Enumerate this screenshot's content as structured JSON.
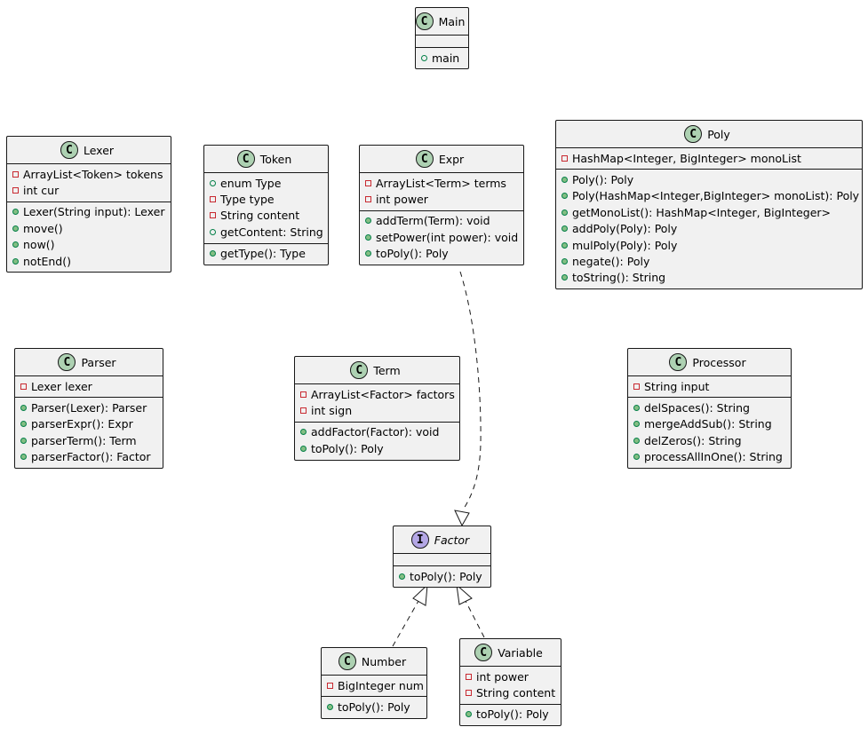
{
  "colors": {
    "class_badge": "#add1b2",
    "interface_badge": "#b4a7e5",
    "box_fill": "#f1f1f1",
    "border": "#181818",
    "public_marker": "#84be84",
    "private_marker": "#c82930"
  },
  "classes": {
    "main": {
      "name": "Main",
      "badge": "C",
      "fields": [],
      "methods": [
        {
          "vis": "pub-hollow",
          "text": "main"
        }
      ]
    },
    "lexer": {
      "name": "Lexer",
      "badge": "C",
      "fields": [
        {
          "vis": "priv",
          "text": "ArrayList<Token> tokens"
        },
        {
          "vis": "priv",
          "text": "int cur"
        }
      ],
      "methods": [
        {
          "vis": "pub",
          "text": "Lexer(String input): Lexer"
        },
        {
          "vis": "pub",
          "text": "move()"
        },
        {
          "vis": "pub",
          "text": "now()"
        },
        {
          "vis": "pub",
          "text": "notEnd()"
        }
      ]
    },
    "token": {
      "name": "Token",
      "badge": "C",
      "fields": [
        {
          "vis": "pub-hollow",
          "text": "enum Type"
        },
        {
          "vis": "priv",
          "text": "Type type"
        },
        {
          "vis": "priv",
          "text": "String content"
        },
        {
          "vis": "pub-hollow",
          "text": "getContent: String"
        }
      ],
      "methods": [
        {
          "vis": "pub",
          "text": "getType(): Type"
        }
      ]
    },
    "expr": {
      "name": "Expr",
      "badge": "C",
      "fields": [
        {
          "vis": "priv",
          "text": "ArrayList<Term> terms"
        },
        {
          "vis": "priv",
          "text": "int power"
        }
      ],
      "methods": [
        {
          "vis": "pub",
          "text": "addTerm(Term): void"
        },
        {
          "vis": "pub",
          "text": "setPower(int power): void"
        },
        {
          "vis": "pub",
          "text": "toPoly(): Poly"
        }
      ]
    },
    "poly": {
      "name": "Poly",
      "badge": "C",
      "fields": [
        {
          "vis": "priv",
          "text": "HashMap<Integer, BigInteger> monoList"
        }
      ],
      "methods": [
        {
          "vis": "pub",
          "text": "Poly(): Poly"
        },
        {
          "vis": "pub",
          "text": "Poly(HashMap<Integer,BigInteger> monoList): Poly"
        },
        {
          "vis": "pub",
          "text": "getMonoList(): HashMap<Integer, BigInteger>"
        },
        {
          "vis": "pub",
          "text": "addPoly(Poly): Poly"
        },
        {
          "vis": "pub",
          "text": "mulPoly(Poly): Poly"
        },
        {
          "vis": "pub",
          "text": "negate(): Poly"
        },
        {
          "vis": "pub",
          "text": "toString(): String"
        }
      ]
    },
    "parser": {
      "name": "Parser",
      "badge": "C",
      "fields": [
        {
          "vis": "priv",
          "text": "Lexer lexer"
        }
      ],
      "methods": [
        {
          "vis": "pub",
          "text": "Parser(Lexer): Parser"
        },
        {
          "vis": "pub",
          "text": "parserExpr(): Expr"
        },
        {
          "vis": "pub",
          "text": "parserTerm(): Term"
        },
        {
          "vis": "pub",
          "text": "parserFactor(): Factor"
        }
      ]
    },
    "term": {
      "name": "Term",
      "badge": "C",
      "fields": [
        {
          "vis": "priv",
          "text": "ArrayList<Factor> factors"
        },
        {
          "vis": "priv",
          "text": "int sign"
        }
      ],
      "methods": [
        {
          "vis": "pub",
          "text": "addFactor(Factor): void"
        },
        {
          "vis": "pub",
          "text": "toPoly(): Poly"
        }
      ]
    },
    "processor": {
      "name": "Processor",
      "badge": "C",
      "fields": [
        {
          "vis": "priv",
          "text": "String input"
        }
      ],
      "methods": [
        {
          "vis": "pub",
          "text": "delSpaces(): String"
        },
        {
          "vis": "pub",
          "text": "mergeAddSub(): String"
        },
        {
          "vis": "pub",
          "text": "delZeros(): String"
        },
        {
          "vis": "pub",
          "text": "processAllInOne(): String"
        }
      ]
    },
    "factor": {
      "name": "Factor",
      "badge": "I",
      "interface": true,
      "fields": [],
      "methods": [
        {
          "vis": "pub",
          "text": "toPoly(): Poly"
        }
      ]
    },
    "number": {
      "name": "Number",
      "badge": "C",
      "fields": [
        {
          "vis": "priv",
          "text": "BigInteger num"
        }
      ],
      "methods": [
        {
          "vis": "pub",
          "text": "toPoly(): Poly"
        }
      ]
    },
    "variable": {
      "name": "Variable",
      "badge": "C",
      "fields": [
        {
          "vis": "priv",
          "text": "int power"
        },
        {
          "vis": "priv",
          "text": "String content"
        }
      ],
      "methods": [
        {
          "vis": "pub",
          "text": "toPoly(): Poly"
        }
      ]
    }
  },
  "relations": [
    {
      "from": "Expr",
      "to": "Factor",
      "kind": "realization"
    },
    {
      "from": "Number",
      "to": "Factor",
      "kind": "realization"
    },
    {
      "from": "Variable",
      "to": "Factor",
      "kind": "realization"
    }
  ]
}
